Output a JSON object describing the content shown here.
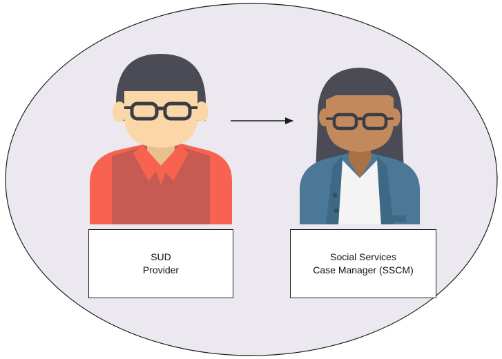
{
  "colors": {
    "ellipse_fill": "#ebe8f0",
    "outline": "#1a1a1a",
    "hair": "#4b4b56",
    "skin_light": "#fbd7a7",
    "skin_dark": "#c28a5c",
    "shirt_red": "#f76350",
    "vest_red": "#c75a52",
    "blazer_blue": "#4b7896",
    "blouse_white": "#f4f4f4"
  },
  "actors": [
    {
      "id": "sud-provider",
      "icon": "male-avatar-icon",
      "label_lines": [
        "SUD",
        "Provider"
      ]
    },
    {
      "id": "sscm",
      "icon": "female-avatar-icon",
      "label_lines": [
        "Social Services",
        "Case Manager (SSCM)"
      ]
    }
  ],
  "connector": {
    "from": "sud-provider",
    "to": "sscm",
    "style": "arrow"
  }
}
